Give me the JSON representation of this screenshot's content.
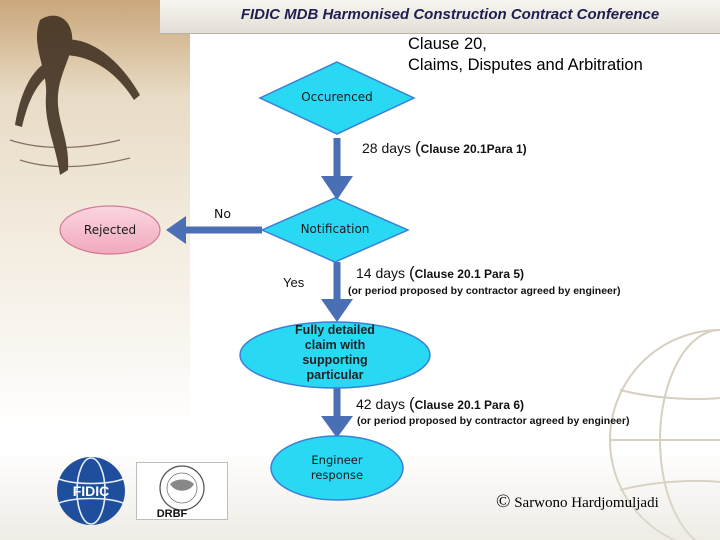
{
  "header": {
    "conference_title": "FIDIC MDB Harmonised Construction Contract Conference"
  },
  "slide": {
    "title_line1": "Clause 20,",
    "title_line2": "Claims, Disputes and Arbitration"
  },
  "flow": {
    "occurenced": "Occurenced",
    "notification": "Notification",
    "rejected": "Rejected",
    "no": "No",
    "yes": "Yes",
    "claim_lines": [
      "Fully detailed",
      "claim with",
      "supporting",
      "particular"
    ],
    "engineer_lines": [
      "Engineer",
      "response"
    ],
    "step1": {
      "days": "28 days",
      "ref": "Clause 20.1Para 1)"
    },
    "step2": {
      "days": "14 days",
      "ref": "Clause 20.1 Para 5)",
      "note": "(or period proposed by contractor agreed by engineer)"
    },
    "step3": {
      "days": "42 days",
      "ref": "Clause 20.1 Para 6)",
      "note": "(or period proposed by contractor agreed by engineer)"
    }
  },
  "footer": {
    "fidic_logo_text": "FIDIC",
    "drbf_logo_text": "DRBF",
    "copyright_symbol": "©",
    "copyright_name": "Sarwono Hardjomuljadi"
  },
  "colors": {
    "cyan": "#29d8f2",
    "pink": "#f5b7c8",
    "arrow": "#4a6fb5",
    "outline": "#3a7fd8"
  }
}
